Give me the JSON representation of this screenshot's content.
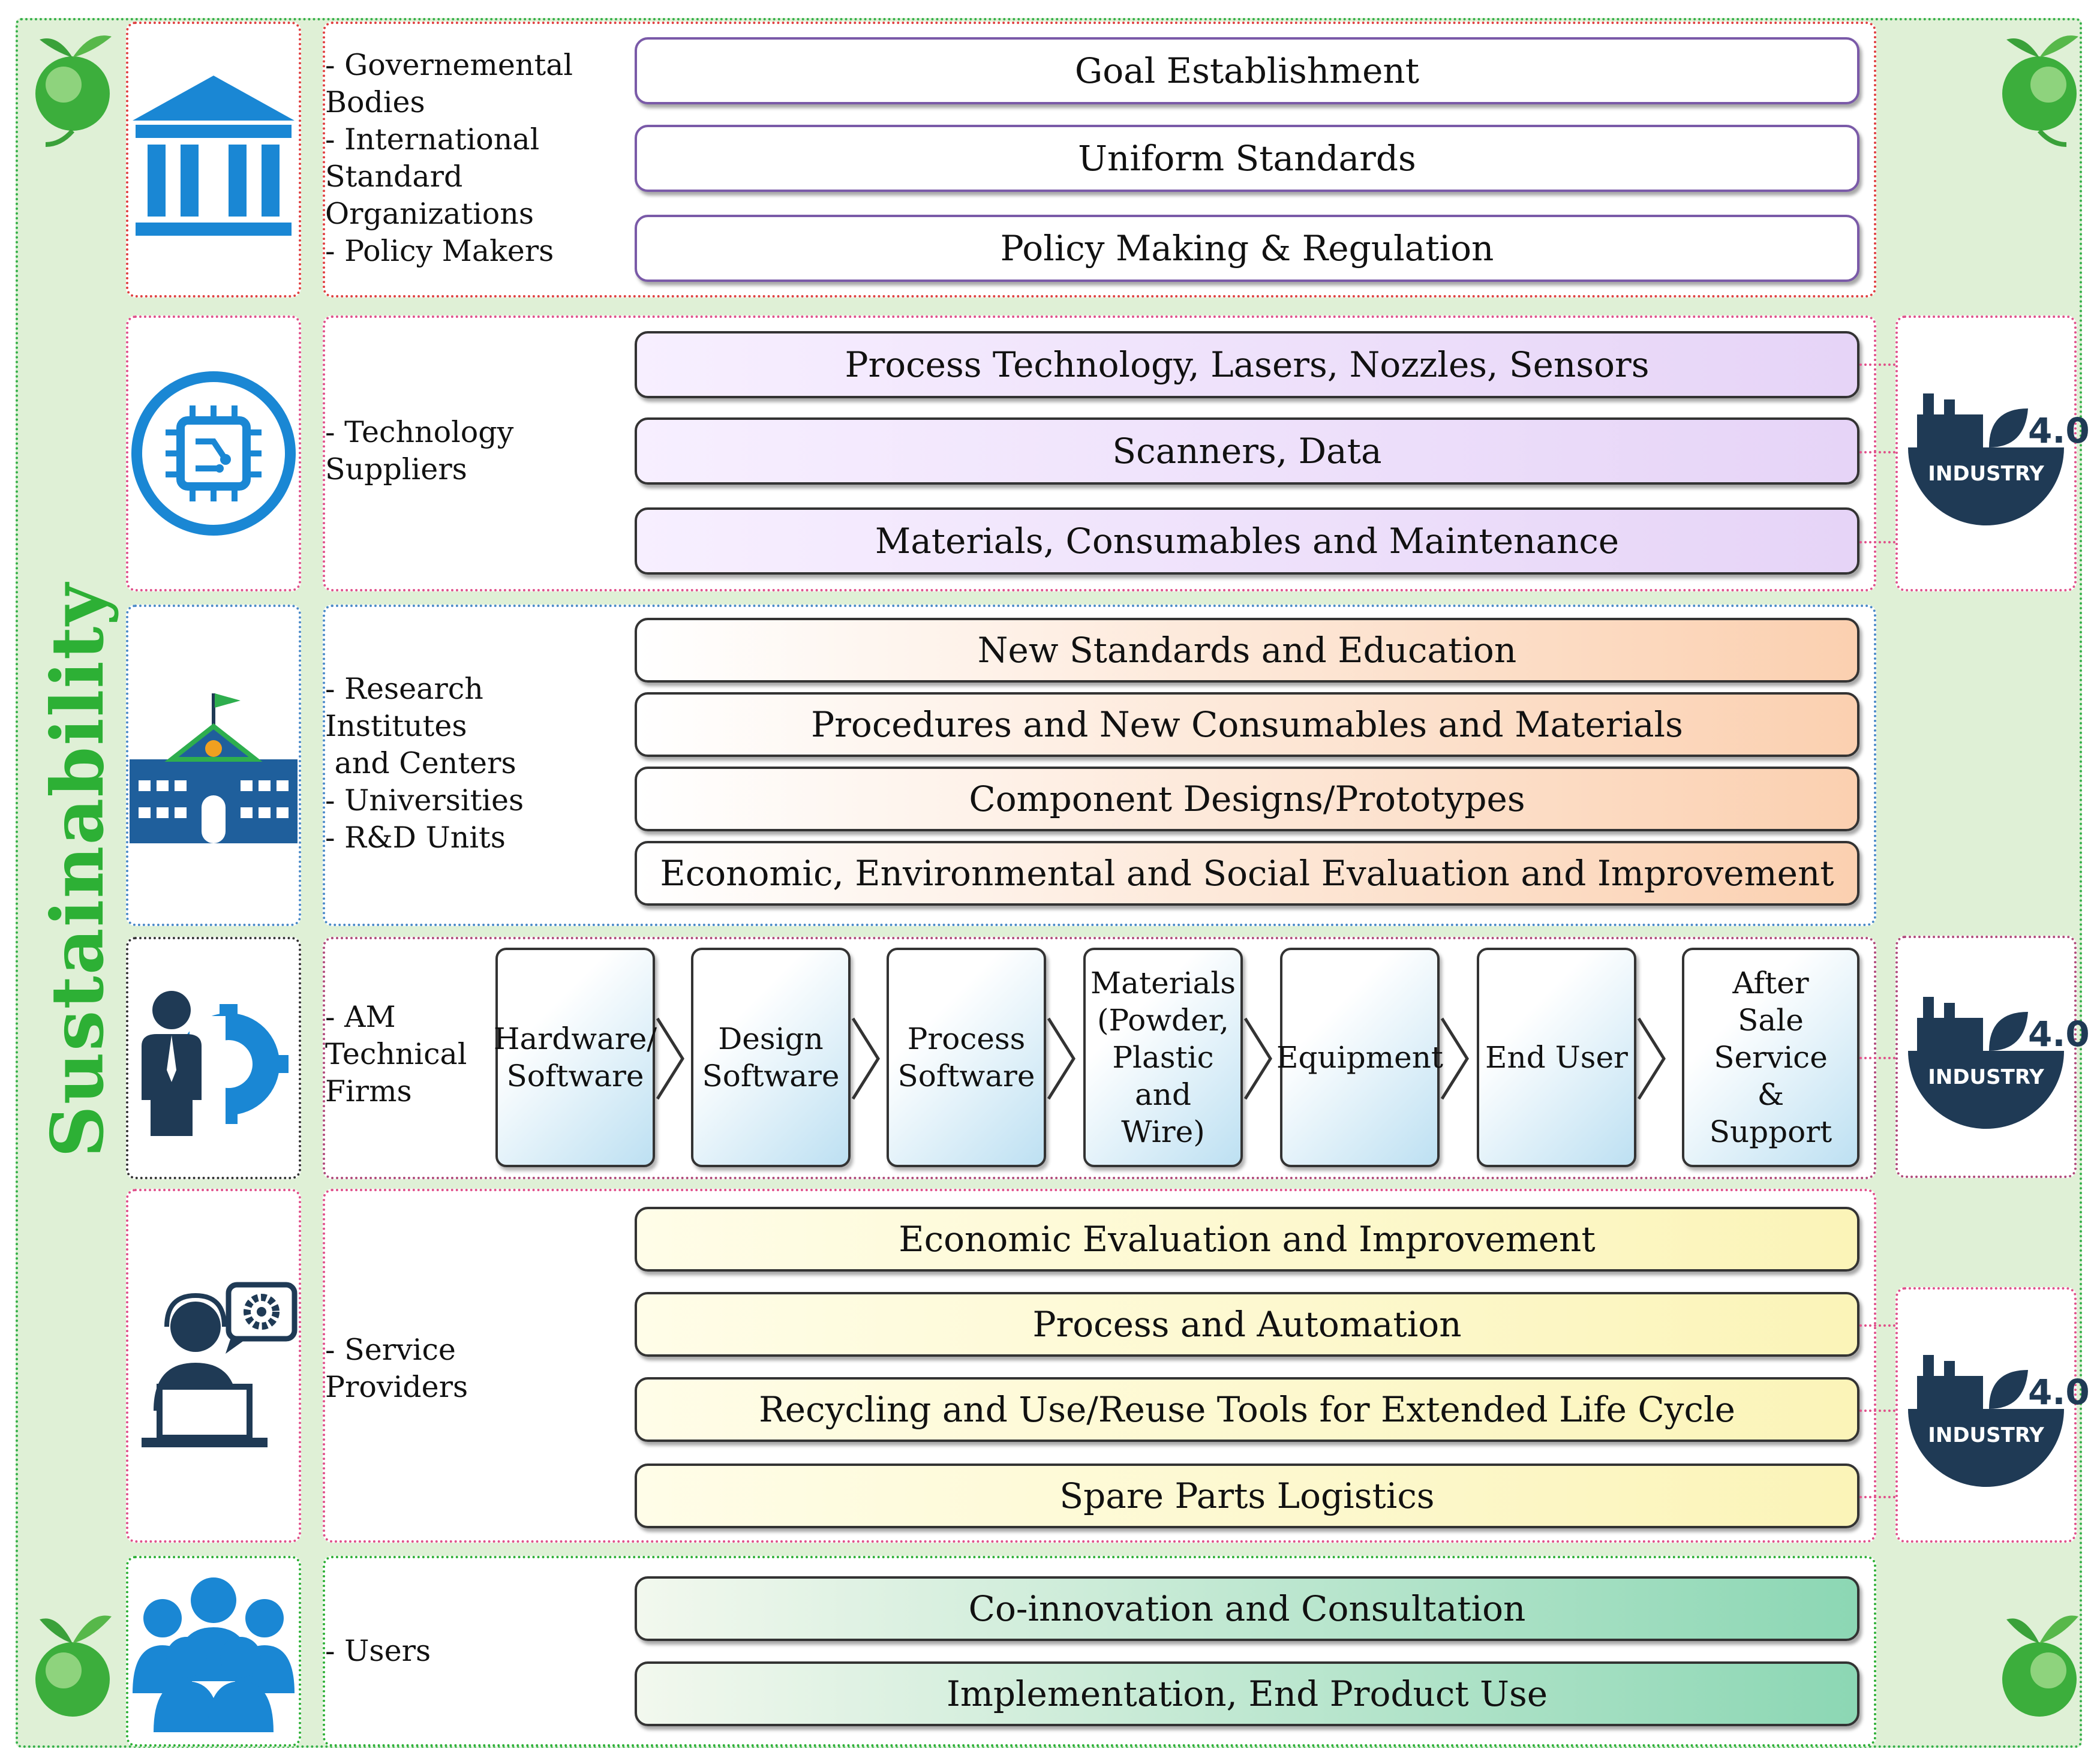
{
  "side_label": "Sustainability",
  "tiers": [
    {
      "actors": [
        "- Governemental",
        "Bodies",
        "- International",
        "Standard",
        "Organizations",
        "- Policy Makers"
      ],
      "items": [
        "Goal Establishment",
        "Uniform Standards",
        "Policy Making & Regulation"
      ]
    },
    {
      "actors": [
        "- Technology",
        "Suppliers"
      ],
      "items": [
        "Process Technology, Lasers, Nozzles, Sensors",
        "Scanners, Data",
        "Materials, Consumables and Maintenance"
      ]
    },
    {
      "actors": [
        "- Research",
        "Institutes",
        " and Centers",
        "- Universities",
        "- R&D Units"
      ],
      "items": [
        "New Standards and Education",
        "Procedures and New Consumables and Materials",
        "Component Designs/Prototypes",
        "Economic, Environmental and Social Evaluation and Improvement"
      ]
    },
    {
      "actors": [
        "- AM",
        "Technical",
        "Firms"
      ],
      "steps": [
        [
          "Hardware/",
          "Software"
        ],
        [
          "Design",
          "Software"
        ],
        [
          "Process",
          "Software"
        ],
        [
          "Materials",
          "(Powder,",
          "Plastic and",
          "Wire)"
        ],
        [
          "Equipment"
        ],
        [
          "End User"
        ],
        [
          "After",
          "Sale",
          "Service",
          "&",
          "Support"
        ]
      ]
    },
    {
      "actors": [
        "- Service",
        "Providers"
      ],
      "items": [
        "Economic Evaluation and Improvement",
        "Process and Automation",
        "Recycling and Use/Reuse Tools for Extended Life Cycle",
        "Spare Parts Logistics"
      ]
    },
    {
      "actors": [
        "- Users"
      ],
      "items": [
        "Co-innovation and Consultation",
        "Implementation, End Product Use"
      ]
    }
  ],
  "industry_badge": {
    "version": "4.0",
    "label": "INDUSTRY"
  },
  "colors": {
    "frame": "#35b04a",
    "icon_blue": "#1a87d4",
    "navy": "#1f3a55",
    "sustain": "#2db035"
  }
}
